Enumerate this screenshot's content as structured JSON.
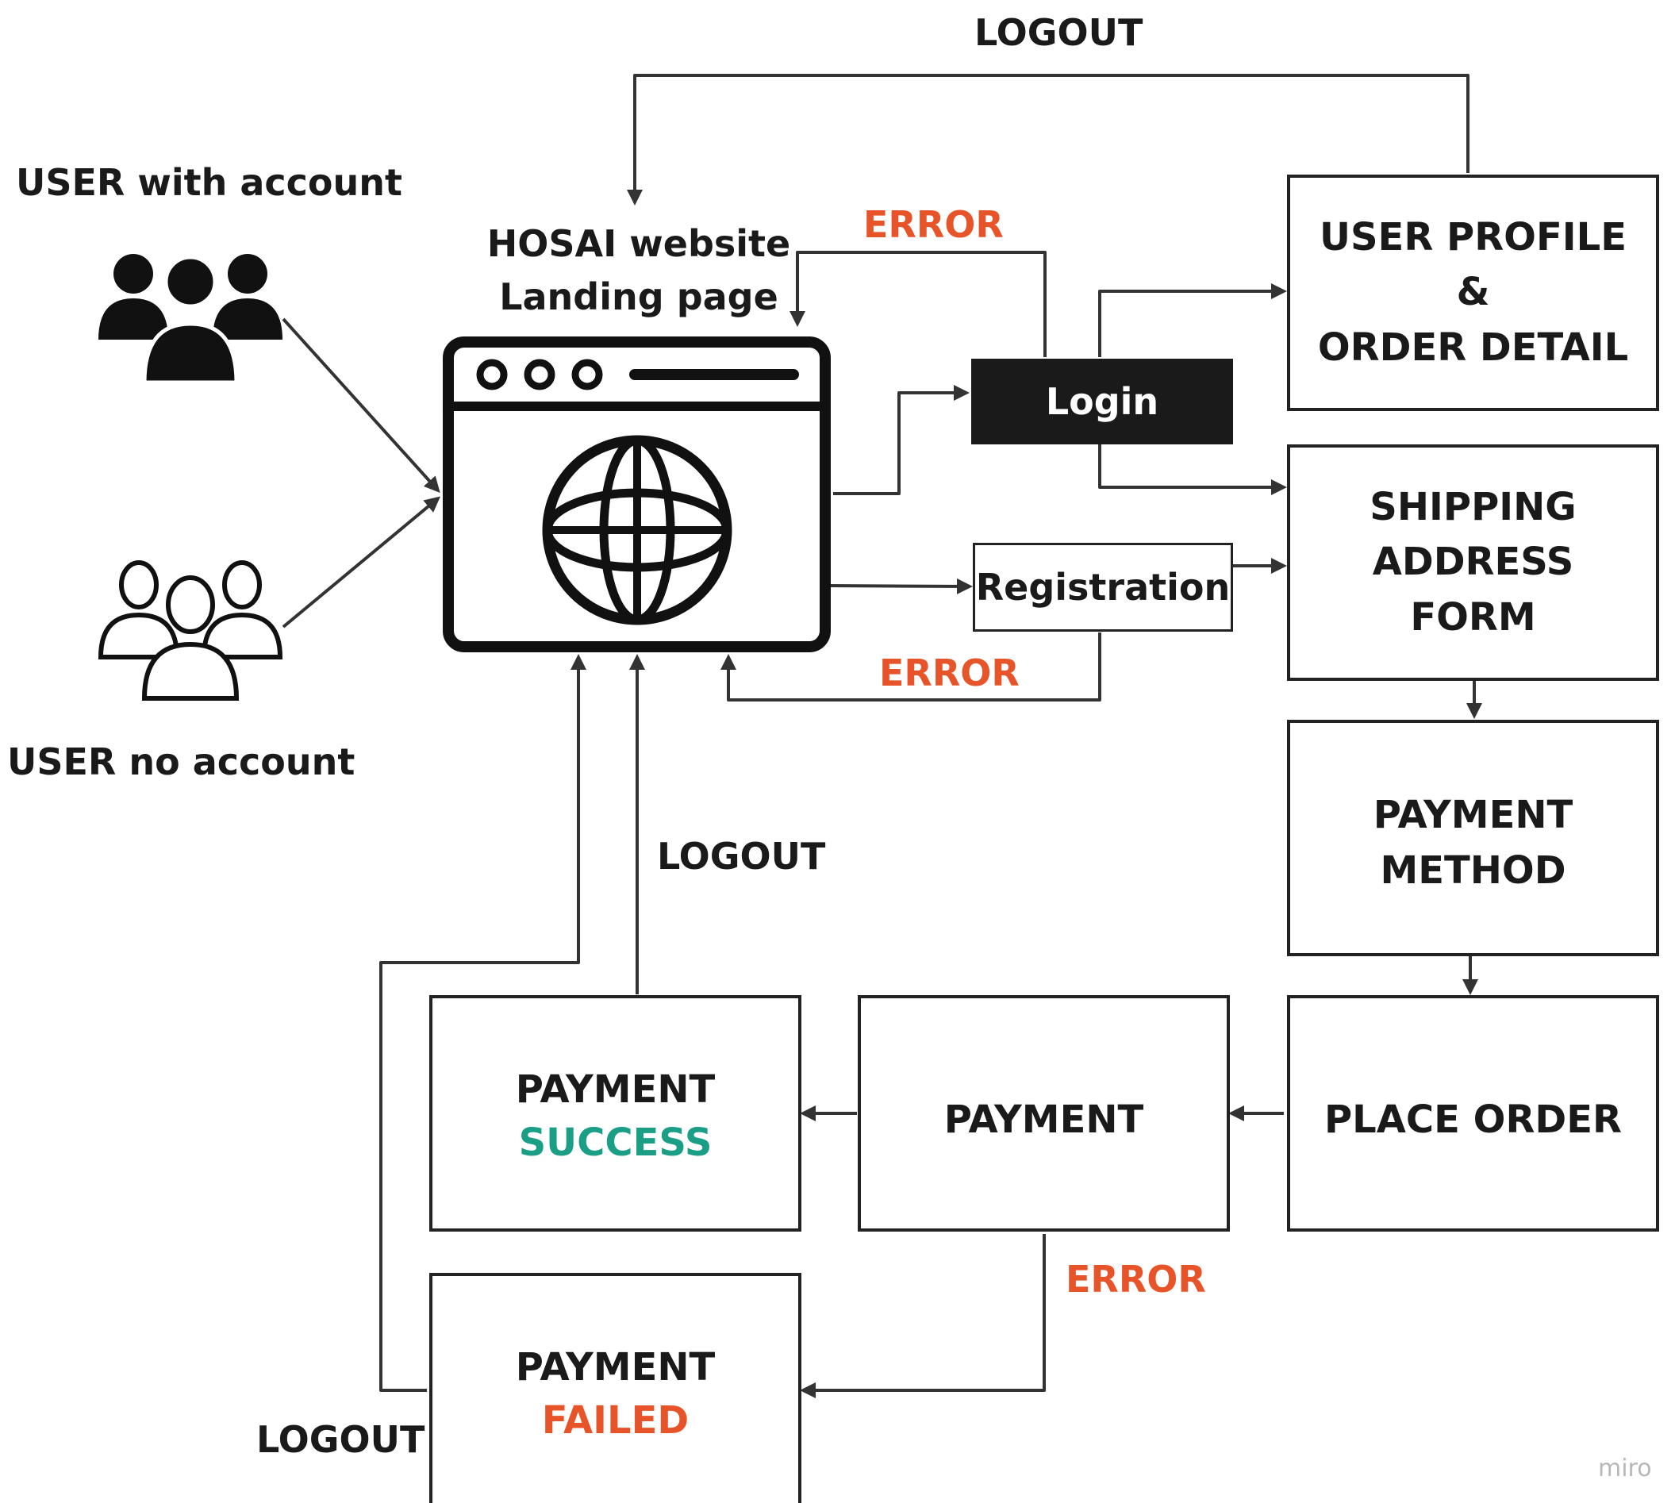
{
  "actors": {
    "with_account": "USER with account",
    "no_account": "USER no account"
  },
  "landing": {
    "line1": "HOSAI website",
    "line2": "Landing page"
  },
  "nodes": {
    "login": "Login",
    "registration": "Registration",
    "user_profile": [
      "USER PROFILE",
      "&",
      "ORDER DETAIL"
    ],
    "shipping": [
      "SHIPPING",
      "ADDRESS",
      "FORM"
    ],
    "payment_method": [
      "PAYMENT",
      "METHOD"
    ],
    "place_order": "PLACE ORDER",
    "payment": "PAYMENT",
    "payment_success": [
      "PAYMENT",
      "SUCCESS"
    ],
    "payment_failed": [
      "PAYMENT",
      "FAILED"
    ]
  },
  "edge_labels": {
    "logout_top": "LOGOUT",
    "logout_mid": "LOGOUT",
    "logout_bottom": "LOGOUT",
    "error_login": "ERROR",
    "error_registration": "ERROR",
    "error_payment": "ERROR"
  },
  "watermark": "miro",
  "colors": {
    "error": "#e8542a",
    "success": "#1a9e85",
    "line": "#333333",
    "login_fill": "#1a1a1a"
  }
}
